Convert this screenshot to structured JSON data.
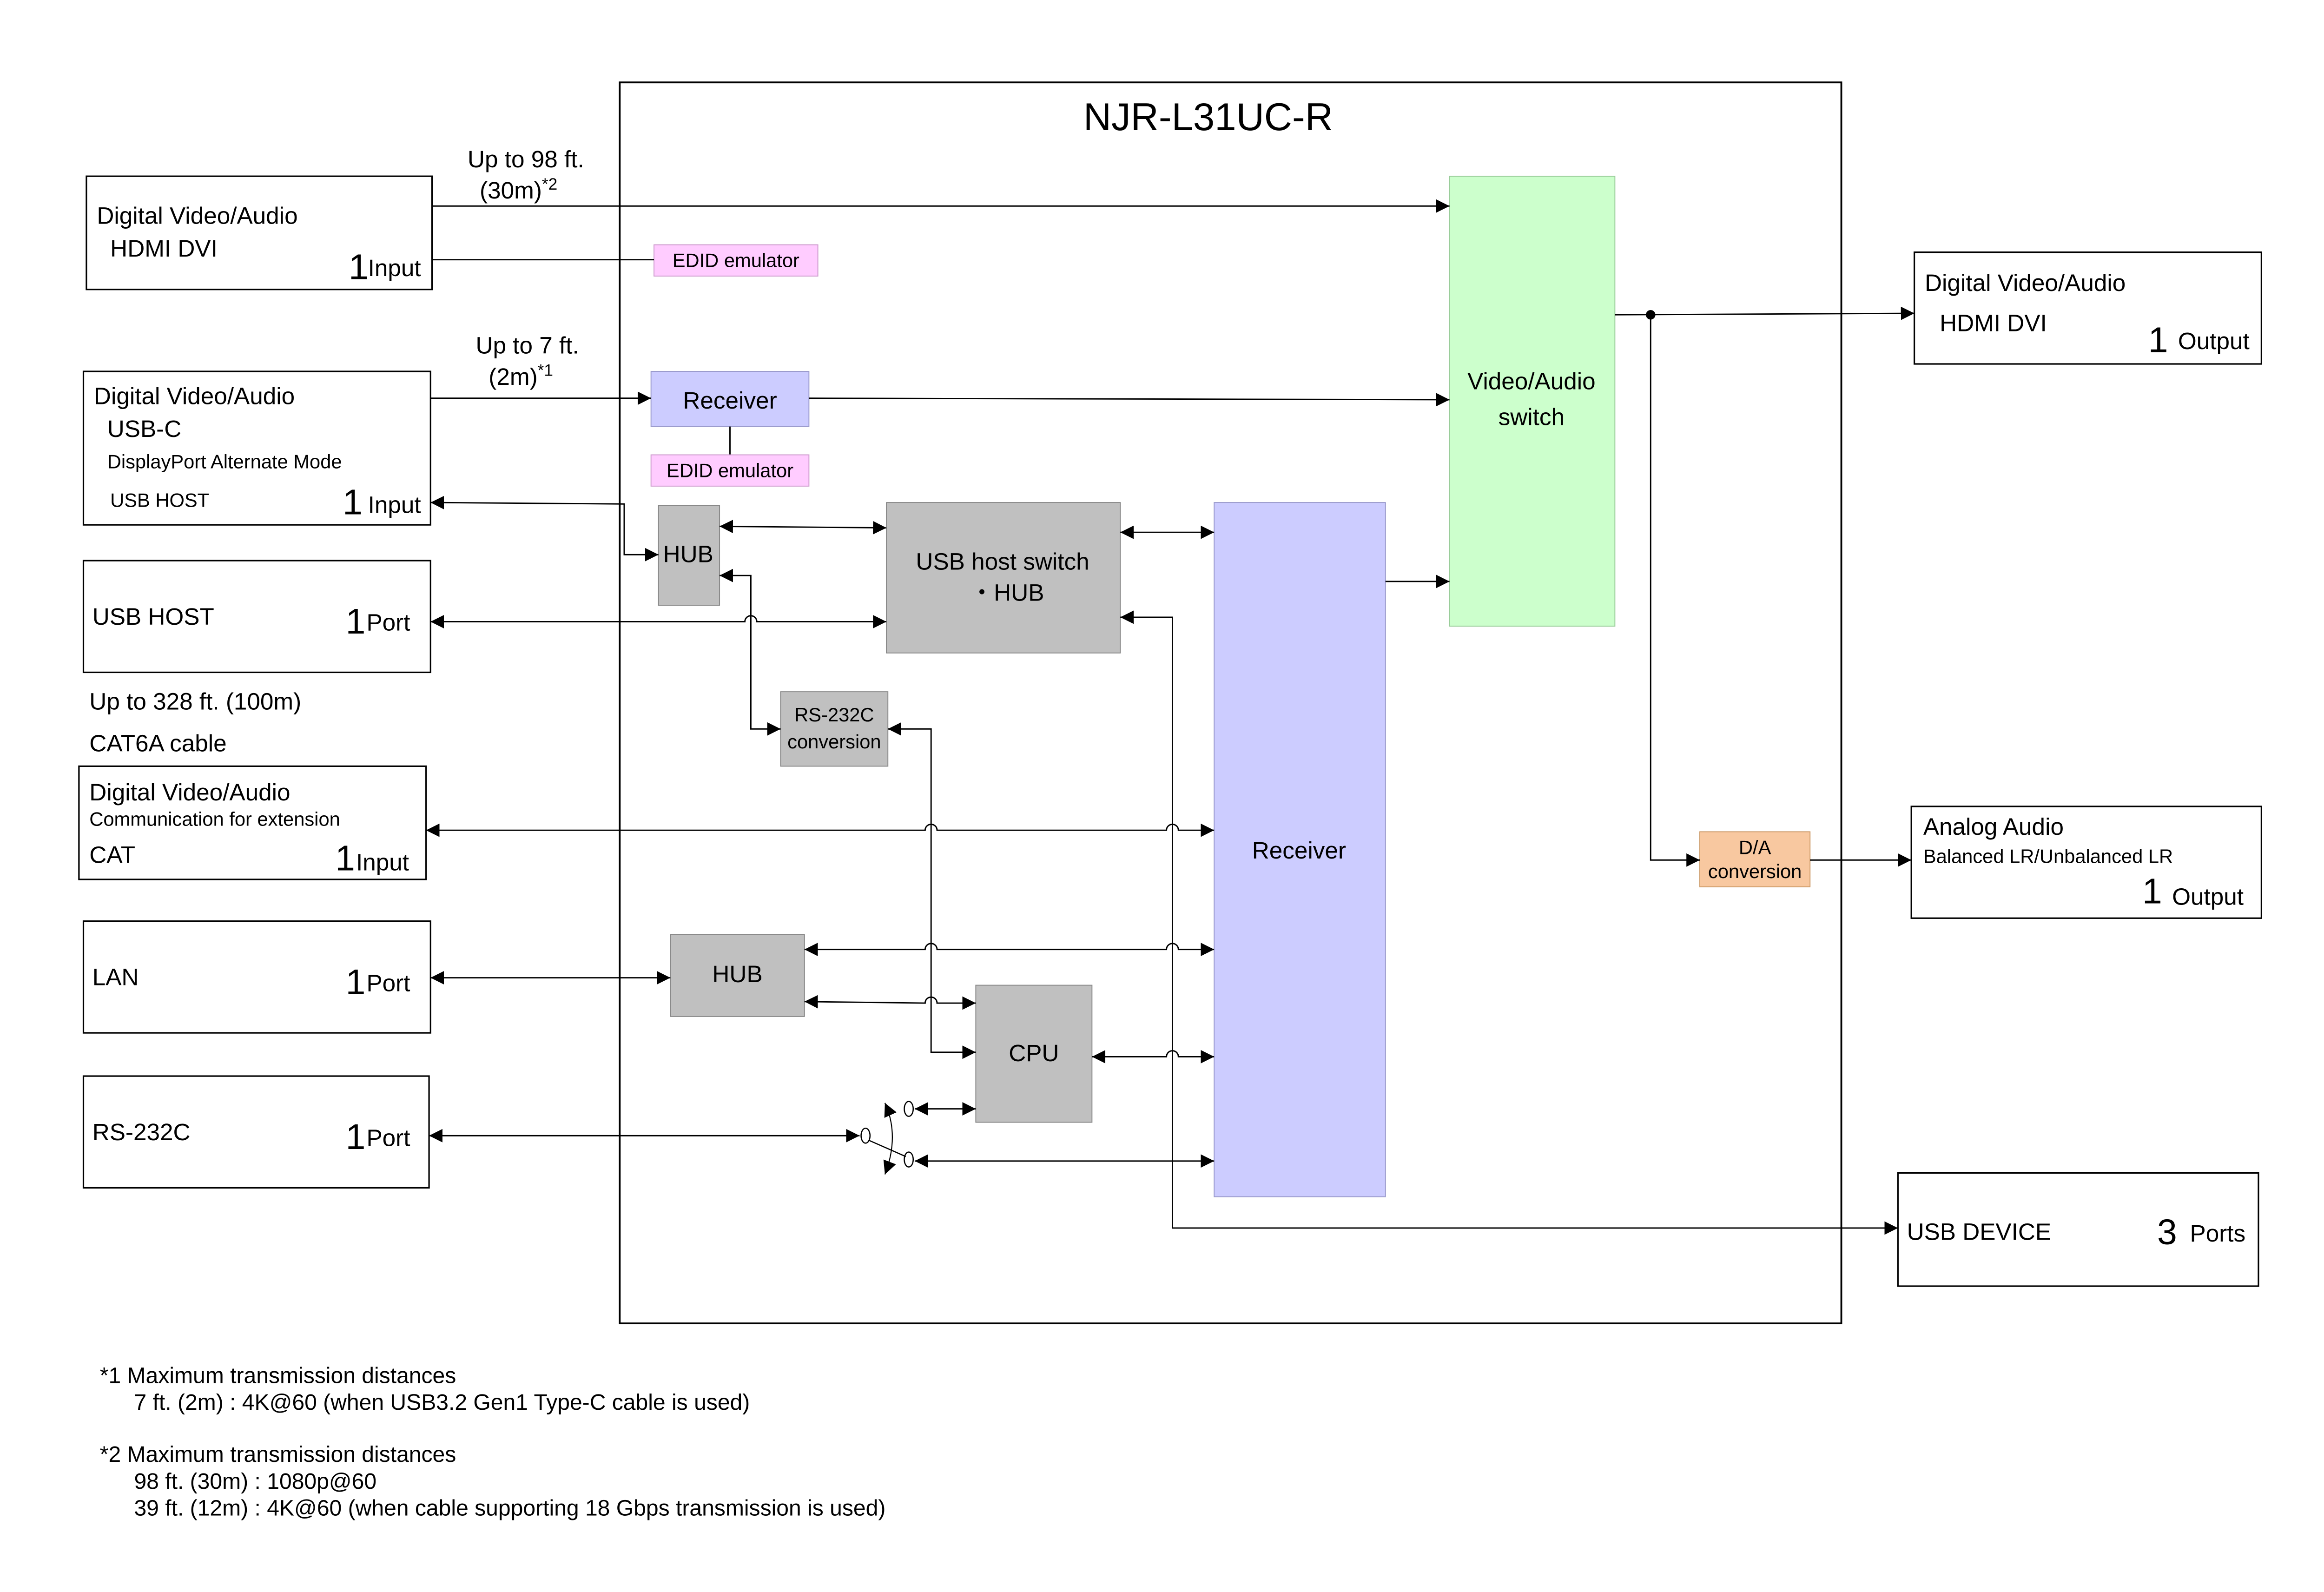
{
  "title": "NJR-L31UC-R",
  "inputs": {
    "hdmi": {
      "line1": "Digital Video/Audio",
      "line2": "HDMI  DVI",
      "count": "1",
      "unit": "Input",
      "distance_line1": "Up to 98 ft.",
      "distance_line2": "(30m)",
      "distance_note": "*2"
    },
    "usbc": {
      "line1": "Digital Video/Audio",
      "line2": "USB-C",
      "line3": "DisplayPort Alternate Mode",
      "line4": "USB HOST",
      "count": "1",
      "unit": "Input",
      "distance_line1": "Up to 7 ft.",
      "distance_line2": "(2m)",
      "distance_note": "*1"
    },
    "usb_host": {
      "label": "USB HOST",
      "count": "1",
      "unit": "Port"
    },
    "cat_distance": {
      "line1": "Up to 328 ft. (100m)",
      "line2": "CAT6A cable"
    },
    "cat": {
      "line1": "Digital Video/Audio",
      "line2": "Communication for extension",
      "line3": "CAT",
      "count": "1",
      "unit": "Input"
    },
    "lan": {
      "label": "LAN",
      "count": "1",
      "unit": "Port"
    },
    "rs232c": {
      "label": "RS-232C",
      "count": "1",
      "unit": "Port"
    }
  },
  "outputs": {
    "hdmi": {
      "line1": "Digital Video/Audio",
      "line2": "HDMI  DVI",
      "count": "1",
      "unit": "Output"
    },
    "analog": {
      "line1": "Analog Audio",
      "line2": "Balanced LR/Unbalanced LR",
      "count": "1",
      "unit": "Output"
    },
    "usb_device": {
      "label": "USB DEVICE",
      "count": "3",
      "unit": "Ports"
    }
  },
  "blocks": {
    "edid1": "EDID emulator",
    "receiver_top": "Receiver",
    "edid2": "EDID emulator",
    "switch_line1": "Video/Audio",
    "switch_line2": "switch",
    "hub_usb": "HUB",
    "usb_host_switch_line1": "USB host switch",
    "usb_host_switch_line2": "・HUB",
    "rs232c_conv_line1": "RS-232C",
    "rs232c_conv_line2": "conversion",
    "receiver_main": "Receiver",
    "hub_lan": "HUB",
    "cpu": "CPU",
    "da_line1": "D/A",
    "da_line2": "conversion"
  },
  "footnotes": {
    "n1_title": "*1 Maximum transmission distances",
    "n1_line1": "7 ft. (2m) : 4K@60 (when USB3.2 Gen1 Type-C cable is used)",
    "n2_title": "*2 Maximum transmission distances",
    "n2_line1": "98 ft. (30m) : 1080p@60",
    "n2_line2": "39 ft. (12m) : 4K@60 (when cable supporting 18 Gbps transmission is used)"
  },
  "colors": {
    "gray_block": "#c0c0c0",
    "receiver": "#ccccff",
    "switch": "#ccffcc",
    "edid": "#ffccff",
    "da": "#f8c8a0"
  }
}
